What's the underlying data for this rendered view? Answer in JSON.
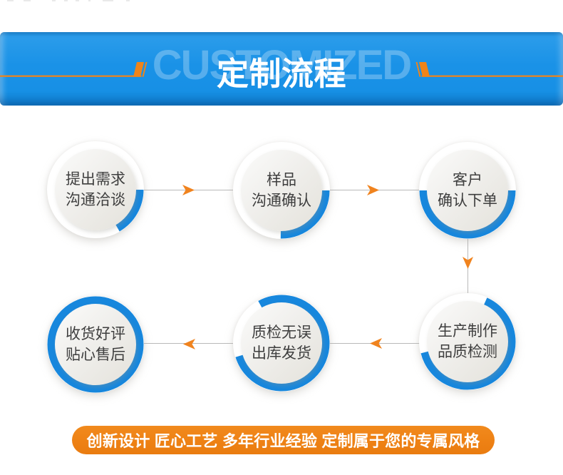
{
  "banner": {
    "watermark": "CUSTOMIZED",
    "title": "定制流程"
  },
  "steps": [
    {
      "line1": "提出需求",
      "line2": "沟通洽谈"
    },
    {
      "line1": "样品",
      "line2": "沟通确认"
    },
    {
      "line1": "客户",
      "line2": "确认下单"
    },
    {
      "line1": "生产制作",
      "line2": "品质检测"
    },
    {
      "line1": "质检无误",
      "line2": "出库发货"
    },
    {
      "line1": "收货好评",
      "line2": "贴心售后"
    }
  ],
  "footer": {
    "slogan": "创新设计 匠心工艺 多年行业经验 定制属于您的专属风格"
  },
  "colors": {
    "banner_blue": "#1b93e8",
    "arc_blue": "#1787dd",
    "accent_orange": "#f08419",
    "pill_orange": "#ee8114",
    "text_dark": "#3e3e3e",
    "wire_gray": "#b9b9b9"
  }
}
